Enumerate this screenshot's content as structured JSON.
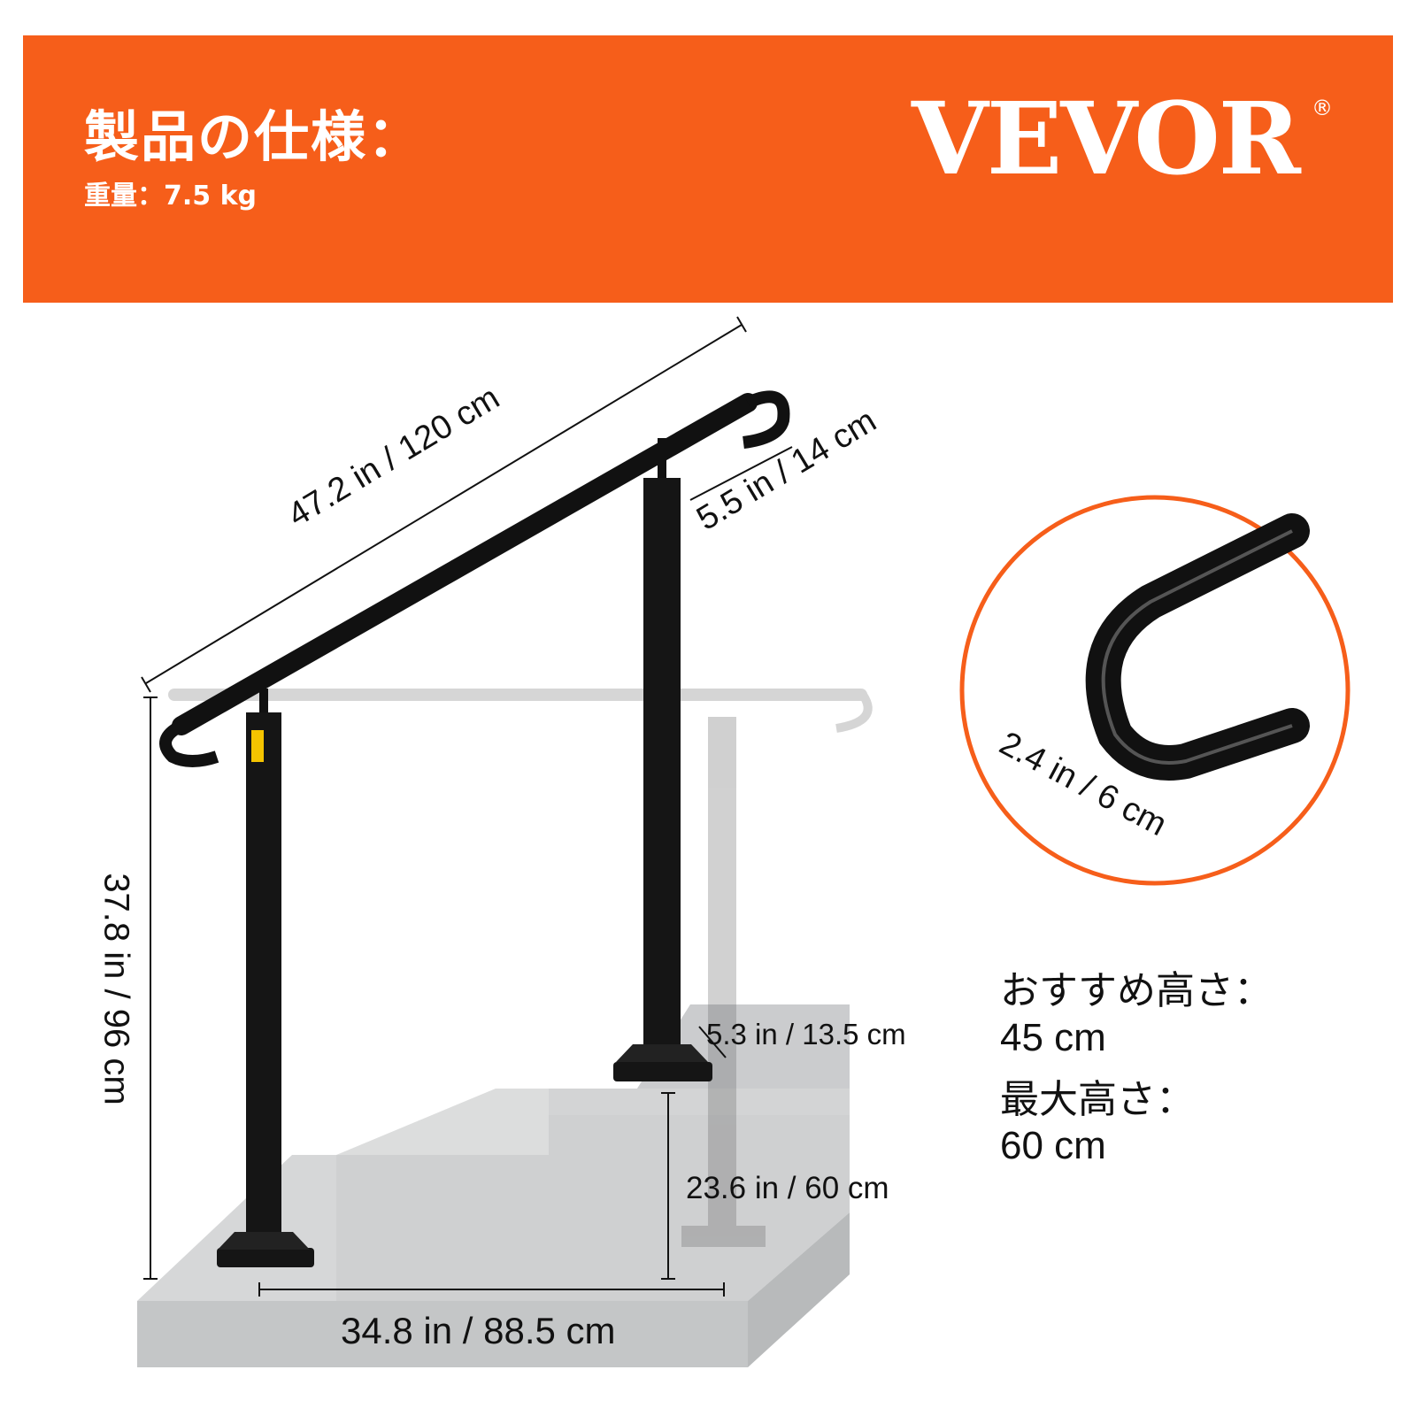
{
  "header": {
    "title": "製品の仕様：",
    "weight": "重量：7.5 kg",
    "brand": "VEVOR",
    "brand_mark": "®"
  },
  "colors": {
    "accent": "#F65E1A",
    "rail": "#1a1a1a",
    "stone": "#c9cbcc"
  },
  "dimensions": {
    "rail_length": "47.2 in / 120 cm",
    "post_spacing_top": "5.5 in / 14 cm",
    "end_cap": "2.4 in / 6 cm",
    "height": "37.8 in / 96 cm",
    "base_plate": "5.3 in / 13.5 cm",
    "step_height": "23.6 in / 60 cm",
    "base_span": "34.8 in / 88.5 cm"
  },
  "specs": {
    "recommended_label": "おすすめ高さ：",
    "recommended_value": "45 cm",
    "max_label": "最大高さ：",
    "max_value": "60 cm"
  }
}
